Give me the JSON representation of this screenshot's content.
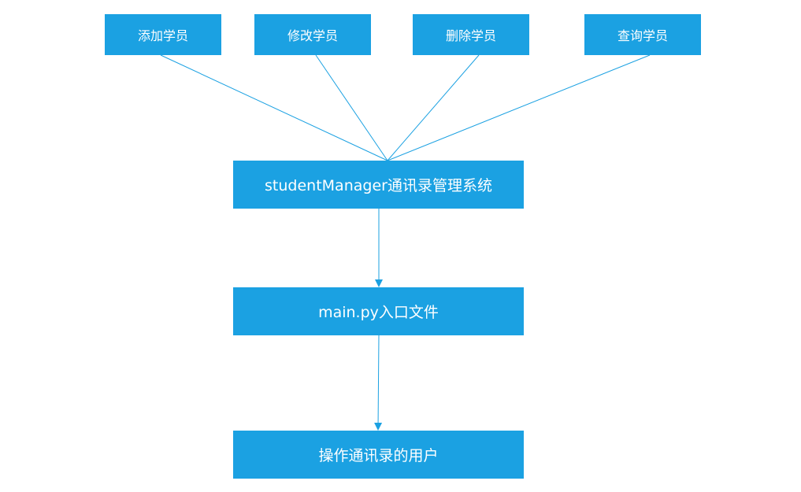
{
  "colors": {
    "node_fill": "#1ba1e2",
    "connector": "#1ba1e2",
    "node_text": "#ffffff",
    "background": "#ffffff"
  },
  "operations": [
    {
      "label": "添加学员"
    },
    {
      "label": "修改学员"
    },
    {
      "label": "删除学员"
    },
    {
      "label": "查询学员"
    }
  ],
  "system": {
    "label": "studentManager通讯录管理系统"
  },
  "entry": {
    "label": "main.py入口文件"
  },
  "user": {
    "label": "操作通讯录的用户"
  }
}
